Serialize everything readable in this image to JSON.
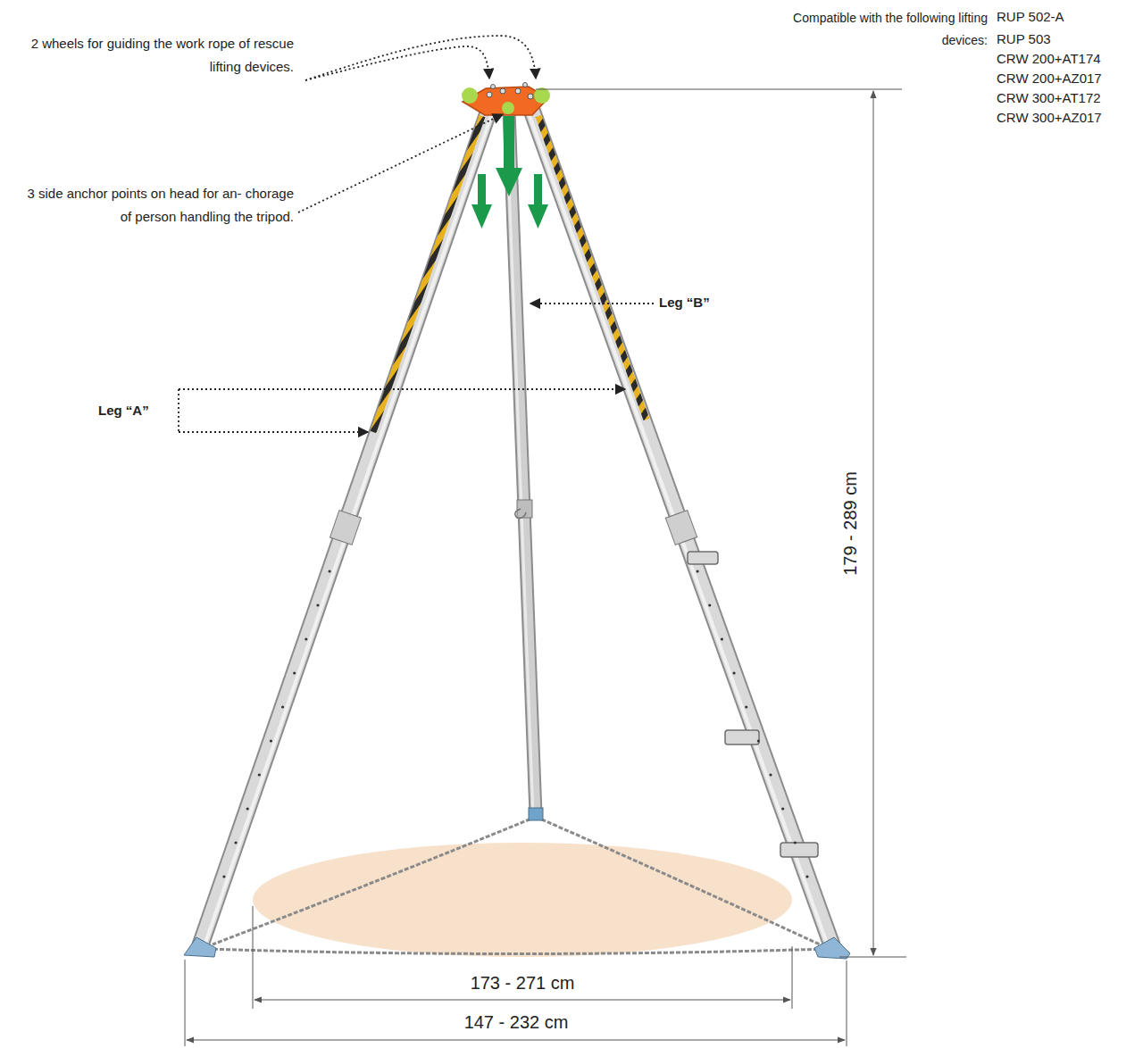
{
  "diagram": {
    "labels": [
      "Compatible with the following lifting devices:",
      "RUP 502-A",
      "RUP 503",
      "CRW 200+AT174",
      "CRW 200+AZ017",
      "CRW 300+AT172",
      "CRW 300+AZ017",
      "2 wheels for guiding the work rope of rescue lifting devices.",
      "3 side anchor points on head for an- chorage of person handling the tripod.",
      "Leg “B”",
      "Leg “A”",
      "179 - 289 cm",
      "173 - 271 cm",
      "147 - 232 cm"
    ]
  }
}
